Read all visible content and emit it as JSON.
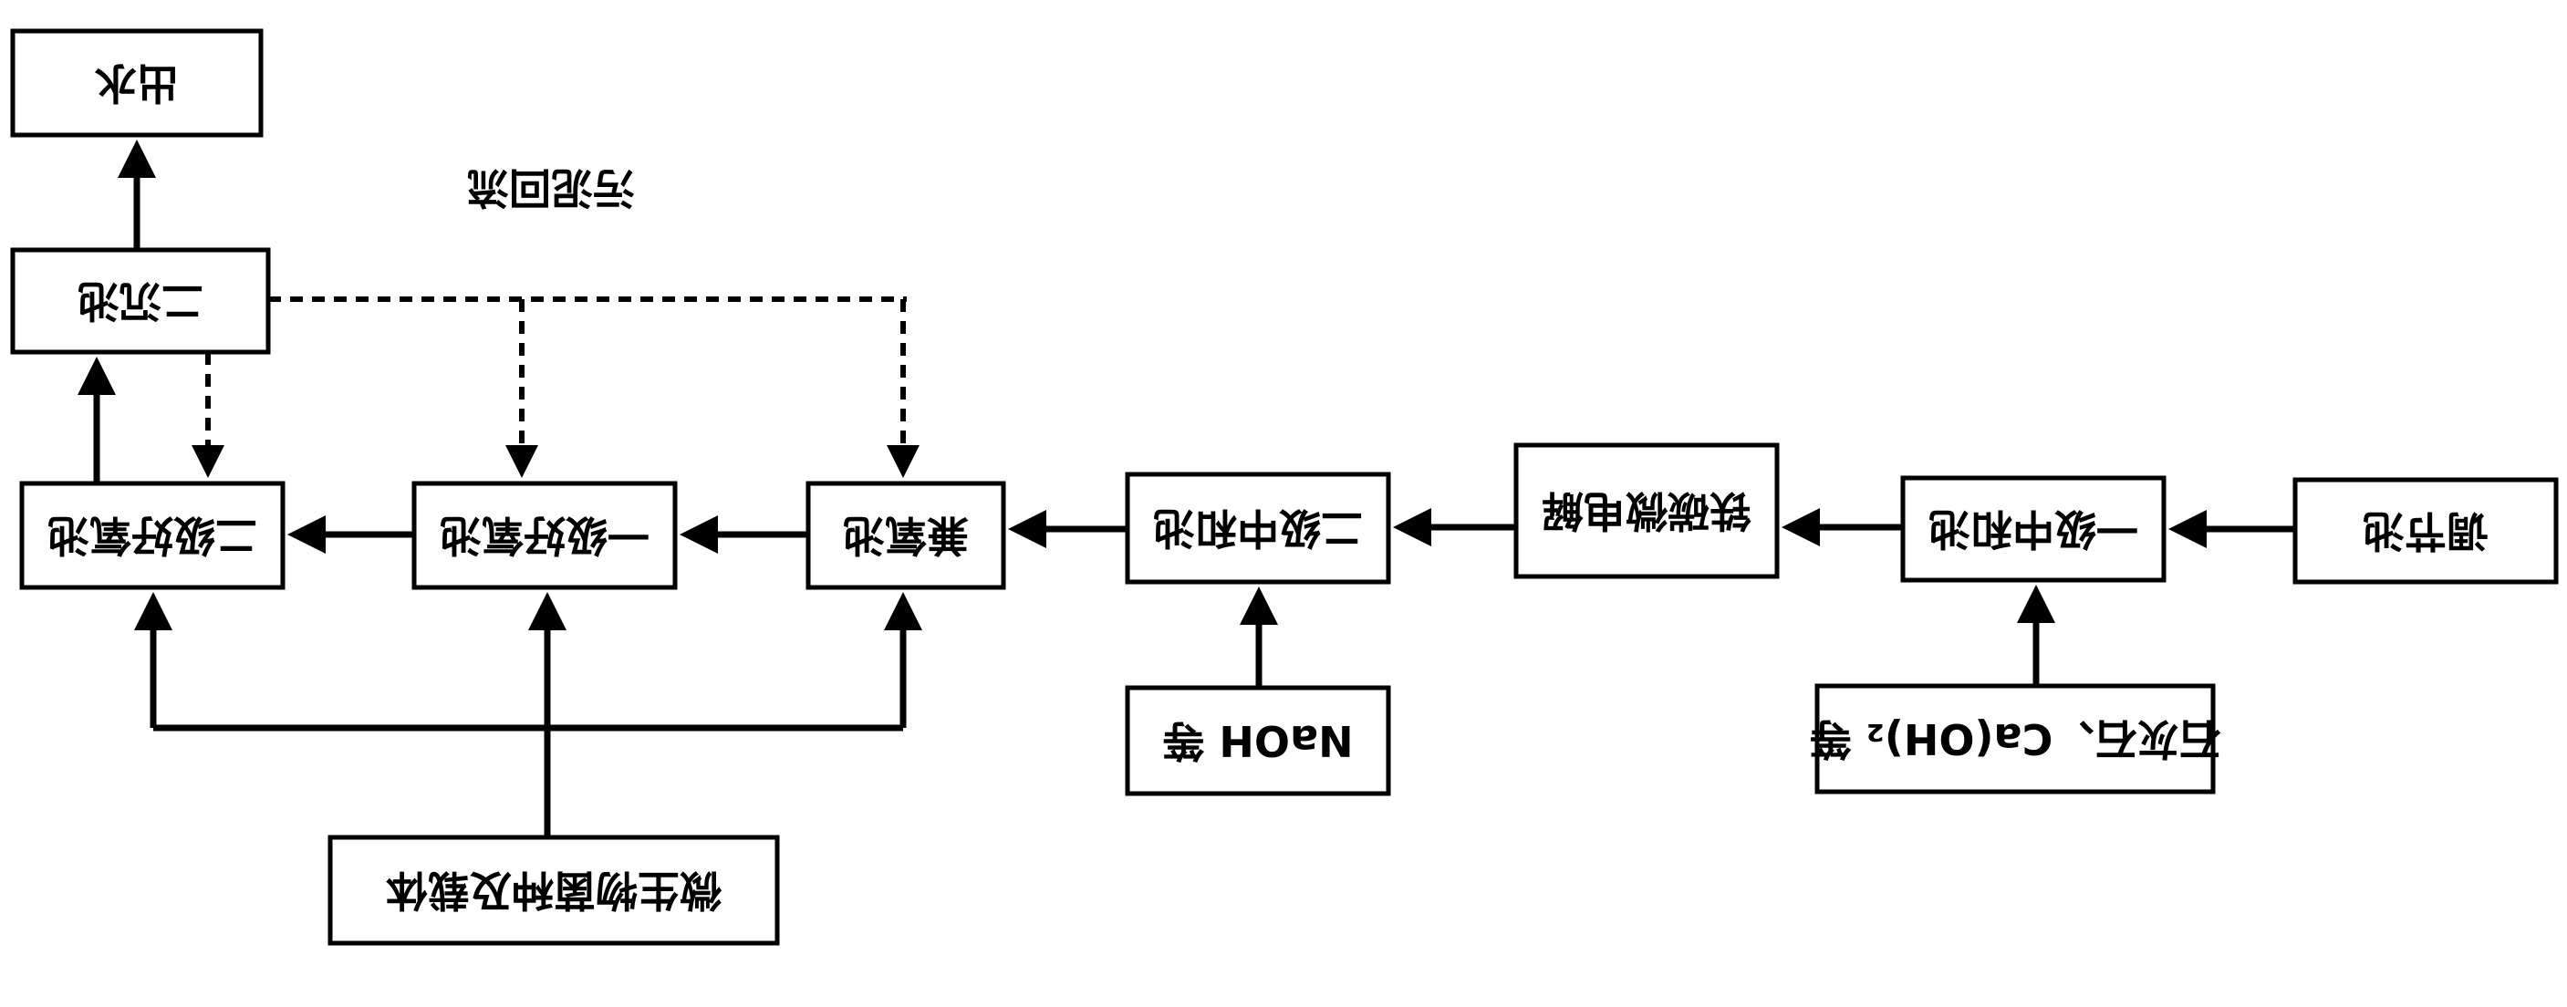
{
  "nodes": {
    "outlet_water": "出水",
    "secondary_sedimentation": "二沉池",
    "sludge_return": "污泥回流",
    "secondary_aerobic": "二级好氧池",
    "primary_aerobic": "一级好氧池",
    "anoxic_tank": "兼氧池",
    "secondary_neutralization": "二级中和池",
    "iron_carbon_electrolysis": "铁碳微电解",
    "primary_neutralization": "一级中和池",
    "regulating_tank": "调节池",
    "microbe_dosing": "微生物菌种及载体",
    "naoh_dosing": "NaOH 等",
    "lime_dosing": "石灰石、Ca(OH)₂ 等"
  },
  "colors": {
    "line": "#000000",
    "box_fill": "#ffffff"
  }
}
